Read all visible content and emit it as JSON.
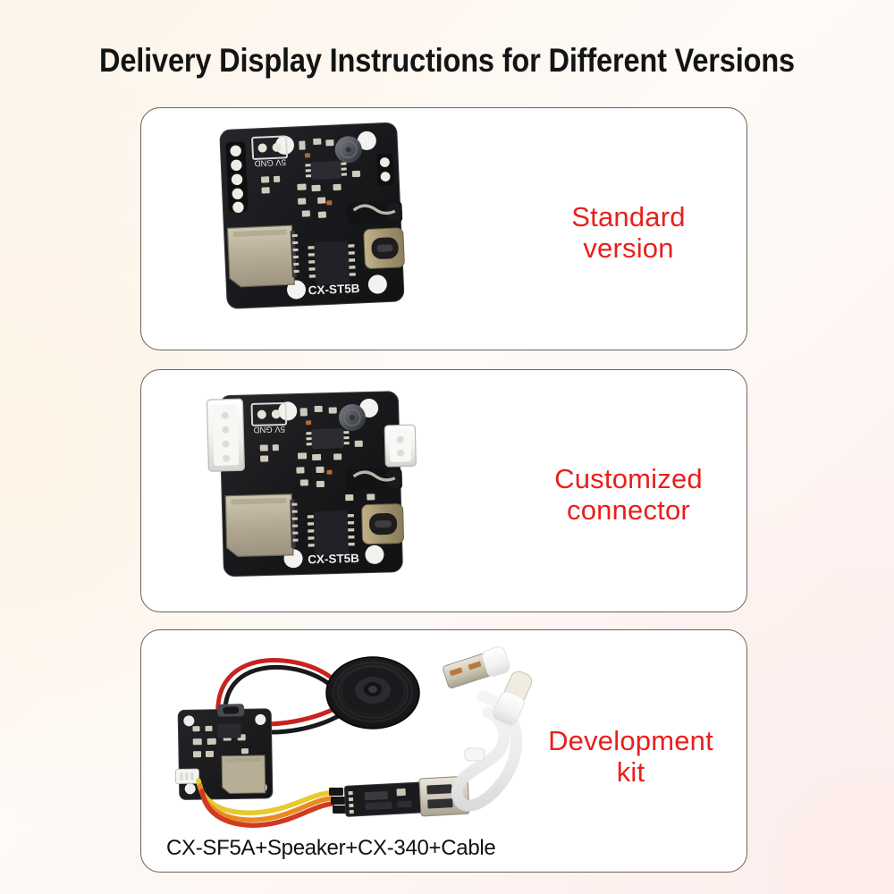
{
  "page": {
    "title": "Delivery Display Instructions for Different Versions",
    "background_color": "#fdf5ec",
    "accent_color": "#e8201c",
    "panel_border_color": "#6a6259",
    "panel_background": "#ffffff"
  },
  "panels": [
    {
      "id": "standard",
      "label": "Standard\nversion",
      "label_line_1": "Standard",
      "label_line_2": "version",
      "label_color": "#e8201c",
      "product": {
        "board_silkscreen": "CX-ST5B",
        "pin_silkscreen": "5V GND",
        "board_color": "#1b1b1d",
        "parts": [
          "microsd-slot",
          "usb-c-port",
          "audio-jack",
          "5-pin-header",
          "2-pin-power-header",
          "electrolytic-capacitor",
          "soic-ic",
          "mounting-hole"
        ]
      }
    },
    {
      "id": "customized",
      "label": "Customized\nconnector",
      "label_line_1": "Customized",
      "label_line_2": "connector",
      "label_color": "#e8201c",
      "product": {
        "board_silkscreen": "CX-ST5B",
        "pin_silkscreen": "5V GND",
        "board_color": "#1b1b1d",
        "parts": [
          "microsd-slot",
          "usb-c-port",
          "audio-jack",
          "white-jst-4pin-connector",
          "white-jst-2pin-connector",
          "2-pin-power-header",
          "electrolytic-capacitor",
          "soic-ic",
          "mounting-hole"
        ]
      }
    },
    {
      "id": "development-kit",
      "label": "Development\nkit",
      "label_line_1": "Development",
      "label_line_2": "kit",
      "label_color": "#e8201c",
      "caption": "CX-SF5A+Speaker+CX-340+Cable",
      "product": {
        "parts": [
          "cx-sf5a-board",
          "round-speaker",
          "speaker-wire-red-black",
          "dupont-jumper-cable",
          "cx-340-usb-serial-adapter",
          "white-usb-a-to-usb-c-cable"
        ]
      }
    }
  ]
}
